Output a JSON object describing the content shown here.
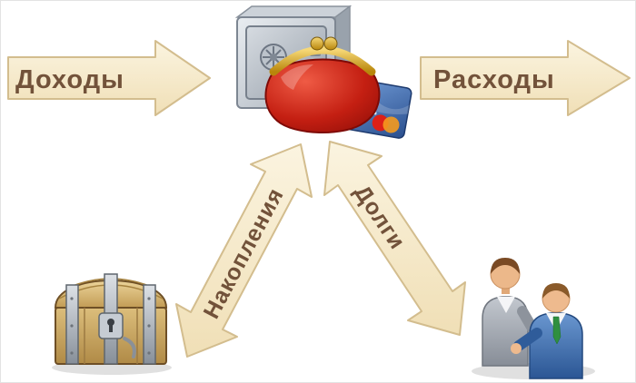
{
  "diagram": {
    "background": "#ffffff",
    "labels": {
      "income": "Доходы",
      "expenses": "Расходы",
      "savings": "Накопления",
      "debts": "Долги"
    },
    "colors": {
      "arrow_fill_light": "#fbf4e0",
      "arrow_fill_dark": "#f0dfb6",
      "arrow_stroke": "#d3bd8e",
      "label_text": "#72523a",
      "purse_red": "#c41f12",
      "card_blue": "#2a4f8e",
      "safe_gray": "#a8b0ba",
      "wood_brown": "#b08a46"
    },
    "icons": {
      "safe": "safe-icon",
      "purse": "purse-icon",
      "credit_card": "credit-card-icon",
      "treasure_chest": "treasure-chest-icon",
      "people": "people-icon"
    }
  }
}
